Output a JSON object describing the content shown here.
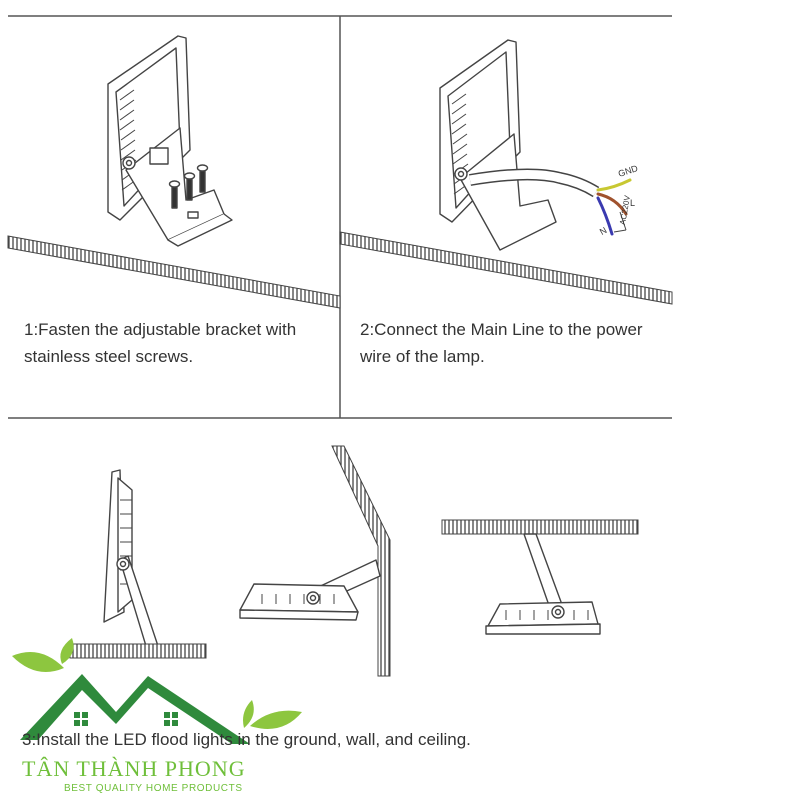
{
  "steps": [
    {
      "caption": "1:Fasten the adjustable bracket with stainless steel screws."
    },
    {
      "caption": "2:Connect the Main Line to the power wire of the lamp."
    },
    {
      "caption": "3:Install the LED flood lights in the ground, wall, and ceiling."
    }
  ],
  "wiring": {
    "gnd": "GND",
    "live": "L",
    "neutral": "N",
    "voltage": "AC220V",
    "colors": {
      "gnd": "#c8c832",
      "live": "#a0522d",
      "neutral": "#3a3ab0"
    }
  },
  "brand": {
    "name": "TÂN THÀNH PHONG",
    "tagline": "BEST QUALITY HOME PRODUCTS",
    "colors": {
      "roof": "#2f8a3c",
      "leaf": "#8dc63f",
      "text": "#6fbf3a"
    }
  },
  "colors": {
    "line": "#555555",
    "hatch": "#444444"
  }
}
